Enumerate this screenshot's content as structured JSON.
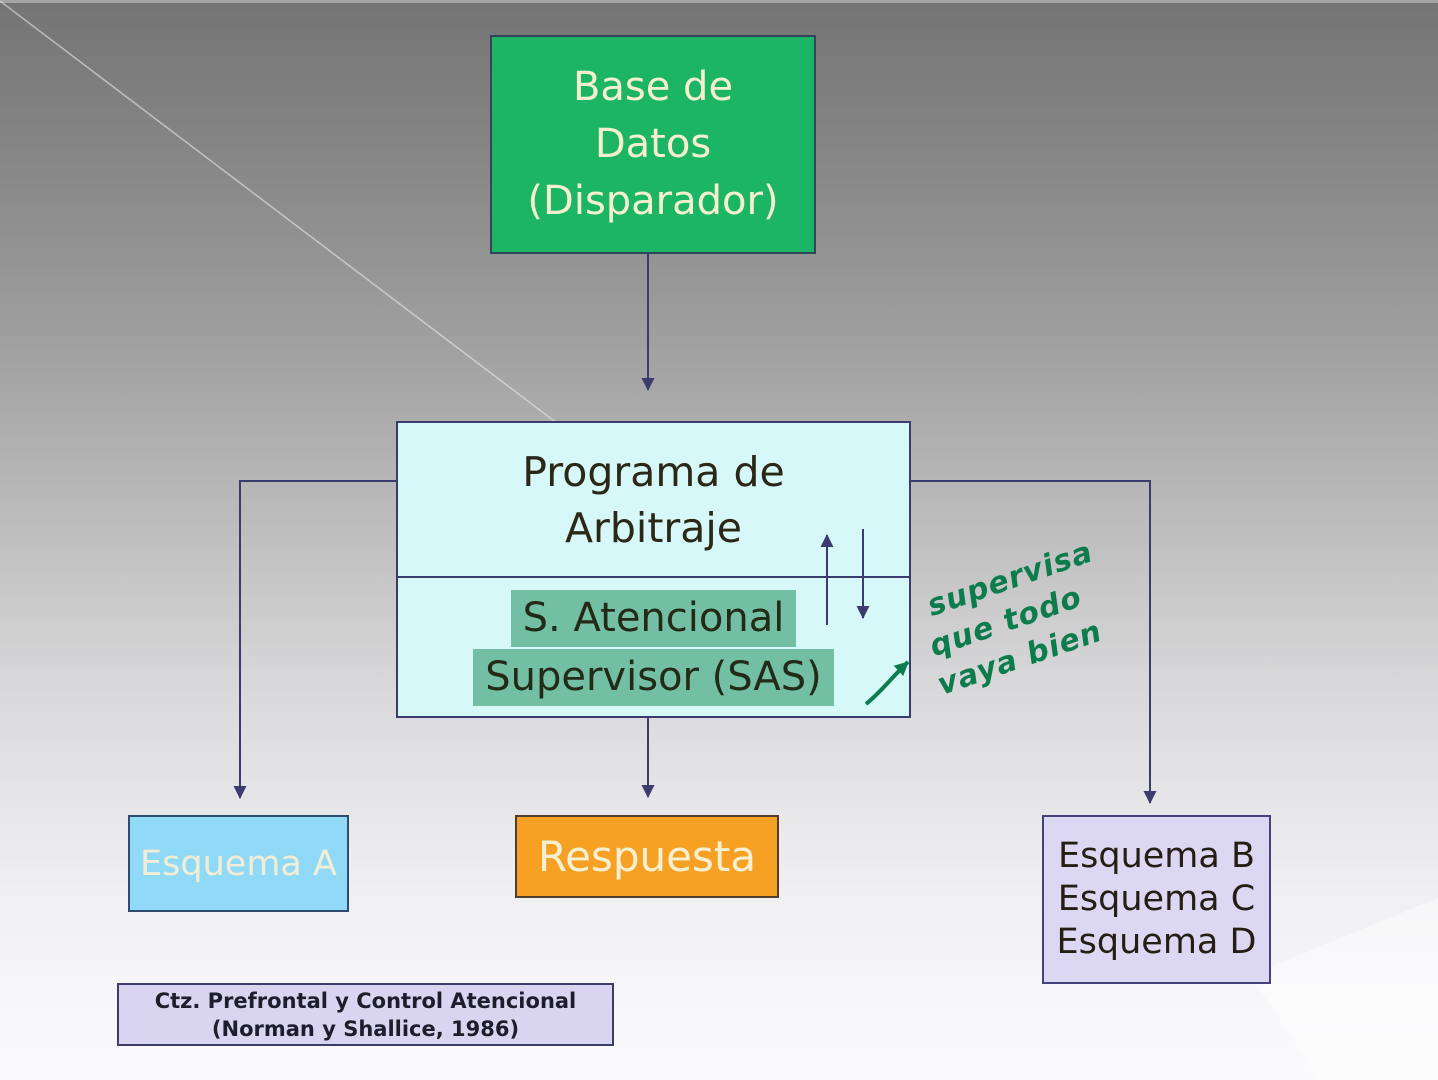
{
  "nodes": {
    "database": {
      "line1": "Base de",
      "line2": "Datos",
      "line3": "(Disparador)",
      "bg_color": "#1cb566",
      "text_color": "#f4f0cf"
    },
    "arbitraje": {
      "line1": "Programa de",
      "line2": "Arbitraje",
      "bg_color": "#d7f8f8"
    },
    "sas": {
      "line1": "S. Atencional",
      "line2": "Supervisor (SAS)",
      "highlight_color": "#72bfa4"
    },
    "esquema_a": {
      "label": "Esquema A",
      "bg_color": "#90daf7",
      "text_color": "#f2eed6"
    },
    "respuesta": {
      "label": "Respuesta",
      "bg_color": "#f6a124",
      "text_color": "#f6f0d3"
    },
    "esquema_bcd": {
      "line1": "Esquema B",
      "line2": "Esquema C",
      "line3": "Esquema D",
      "bg_color": "#dcd8f4"
    },
    "citation": {
      "line1": "Ctz. Prefrontal y Control Atencional",
      "line2": "(Norman y Shallice, 1986)",
      "bg_color": "#d9d5f1"
    }
  },
  "annotation": {
    "line1": "supervisa",
    "line2": "que todo",
    "line3": "vaya bien",
    "color": "#0c7c4c"
  },
  "colors": {
    "connector": "#3c3b6d",
    "dark_text": "#2c2817",
    "background_top": "#747474",
    "background_bottom": "#fafafc"
  }
}
